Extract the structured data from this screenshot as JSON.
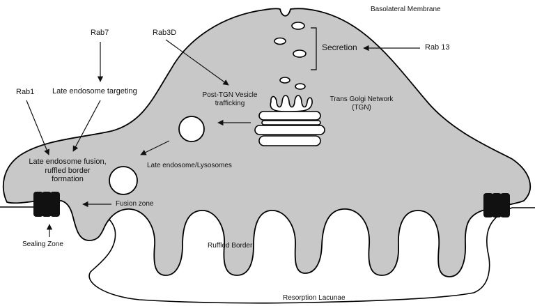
{
  "labels": {
    "basolateral_membrane": "Basolateral Membrane",
    "rab7": "Rab7",
    "rab3d": "Rab3D",
    "rab13": "Rab 13",
    "rab1": "Rab1",
    "secretion": "Secretion",
    "late_endosome_targeting": "Late endosome targeting",
    "post_tgn_line1": "Post-TGN Vesicle",
    "post_tgn_line2": "trafficking",
    "tgn_line1": "Trans Golgi Network",
    "tgn_line2": "(TGN)",
    "fusion_line1": "Late endosome fusion,",
    "fusion_line2": "ruffled border",
    "fusion_line3": "formation",
    "late_endosome_lysosomes": "Late endosome/Lysosomes",
    "fusion_zone": "Fusion zone",
    "sealing_zone": "Sealing Zone",
    "ruffled_border": "Ruffled Border",
    "resorption_lacunae": "Resorption Lacunae"
  },
  "colors": {
    "cell_fill": "#c8c8c8",
    "outline": "#000000",
    "organelle_fill": "#ffffff",
    "sealing_block": "#111111"
  }
}
